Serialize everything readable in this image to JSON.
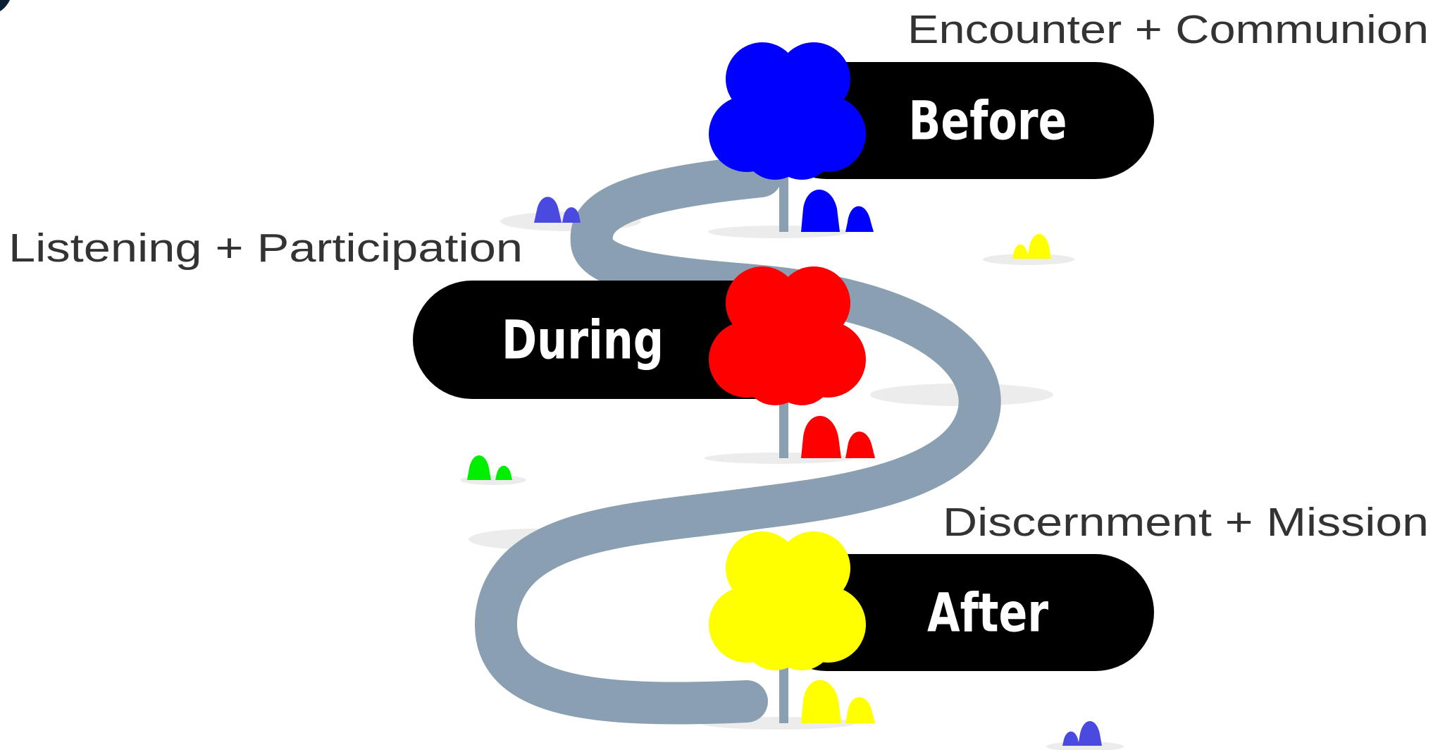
{
  "stages": [
    {
      "key": "before",
      "label": "Before",
      "caption": "Encounter + Communion",
      "color": "#0000ff"
    },
    {
      "key": "during",
      "label": "During",
      "caption": "Listening + Participation",
      "color": "#ff0000"
    },
    {
      "key": "after",
      "label": "After",
      "caption": "Discernment + Mission",
      "color": "#ffff00"
    }
  ],
  "colors": {
    "path": "#8aa0b2",
    "pill": "#000000",
    "shadow": "#ececec",
    "accent_green": "#00ee00",
    "accent_blue_light": "#4a4ae0"
  }
}
